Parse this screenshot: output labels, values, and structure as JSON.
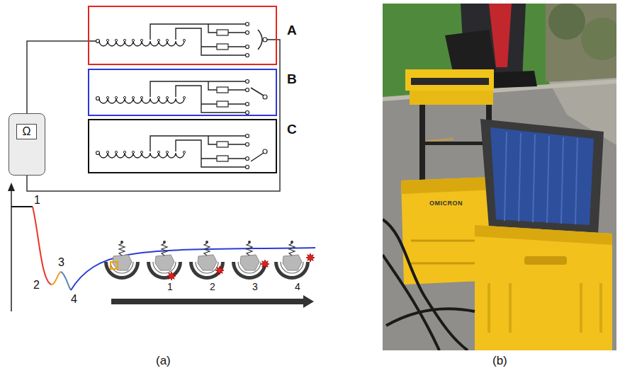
{
  "diagram": {
    "nodes": [
      {
        "text": [
          "A"
        ]
      },
      {
        "text": [
          "B"
        ]
      },
      {
        "text": [
          "C"
        ]
      },
      {
        "text": [
          "Ω"
        ]
      }
    ],
    "edges": [
      {
        "from": 3,
        "to": 0,
        "arrow": "none"
      },
      {
        "from": 3,
        "to": 0,
        "arrow": "none"
      }
    ],
    "labels": [
      "1",
      "2",
      "3",
      "4",
      "1",
      "2",
      "3",
      "4",
      "(a)",
      "(b)",
      "OMICRON"
    ]
  }
}
